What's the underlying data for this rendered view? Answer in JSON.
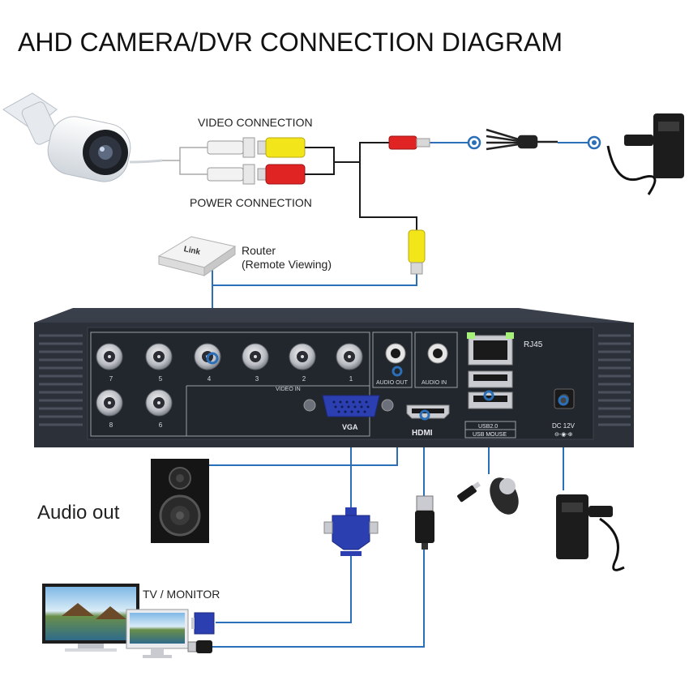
{
  "title": "AHD CAMERA/DVR CONNECTION DIAGRAM",
  "labels": {
    "video_connection": "VIDEO CONNECTION",
    "power_connection": "POWER CONNECTION",
    "router_name": "Router",
    "router_sub": "(Remote Viewing)",
    "router_brand": "Link",
    "audio_out": "Audio out",
    "tv_monitor": "TV / MONITOR"
  },
  "dvr": {
    "bnc_top": [
      "7",
      "5",
      "4",
      "3",
      "2",
      "1"
    ],
    "bnc_bottom": [
      "8",
      "6"
    ],
    "video_in": "VIDEO IN",
    "audio_out": "AUDIO OUT",
    "audio_in": "AUDIO IN",
    "vga": "VGA",
    "hdmi": "HDMI",
    "rj45": "RJ45",
    "usb1": "USB2.0",
    "usb2": "USB MOUSE",
    "dc": "DC 12V",
    "dc_polarity": "⊖-◉-⊕"
  },
  "colors": {
    "cable_blue": "#2a6fb7",
    "wire_black": "#1a1a1a",
    "rca_yellow": "#f2e51a",
    "rca_red": "#e02424",
    "vga_blue": "#2b3fb0",
    "dvr_body": "#2e333d",
    "dvr_panel": "#242830"
  }
}
